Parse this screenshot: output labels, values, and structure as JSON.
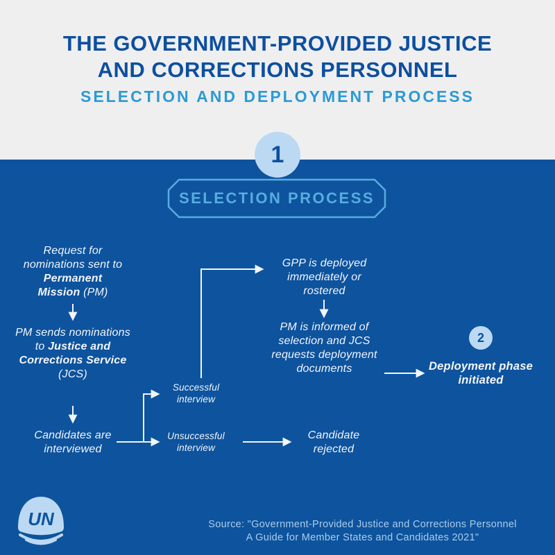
{
  "header": {
    "title_line1": "THE GOVERNMENT-PROVIDED JUSTICE",
    "title_line2": "AND CORRECTIONS PERSONNEL",
    "subtitle": "SELECTION AND DEPLOYMENT PROCESS"
  },
  "colors": {
    "top_background": "#EFEFF0",
    "main_background": "#0E539D",
    "title_blue": "#0D4F9F",
    "subtitle_blue": "#2B9AD5",
    "badge_blue": "#57ADE0",
    "step_circle_fill": "#BCD9F3",
    "flow_text": "#F2F6FB",
    "source_text": "#A9CDEC"
  },
  "selection": {
    "step_number": "1",
    "badge_label": "SELECTION PROCESS",
    "request": {
      "pre": "Request for nominations sent to ",
      "bold": "Permanent Mission",
      "post": " (PM)"
    },
    "pm_sends": {
      "pre": "PM sends nominations to ",
      "bold": "Justice and Corrections Service",
      "post": " (JCS)"
    },
    "candidates": "Candidates are interviewed",
    "successful": "Successful interview",
    "unsuccessful": "Unsuccessful interview",
    "gpp_deployed": "GPP is deployed immediately or rostered",
    "pm_informed": "PM is informed of selection and JCS requests deployment documents",
    "candidate_rejected": "Candidate rejected"
  },
  "deployment": {
    "step_number": "2",
    "label": "Deployment phase initiated"
  },
  "footer": {
    "un_logo_text": "UN",
    "source_line1": "Source: \"Government-Provided Justice and Corrections Personnel",
    "source_line2": "A Guide for Member States and Candidates 2021\""
  }
}
